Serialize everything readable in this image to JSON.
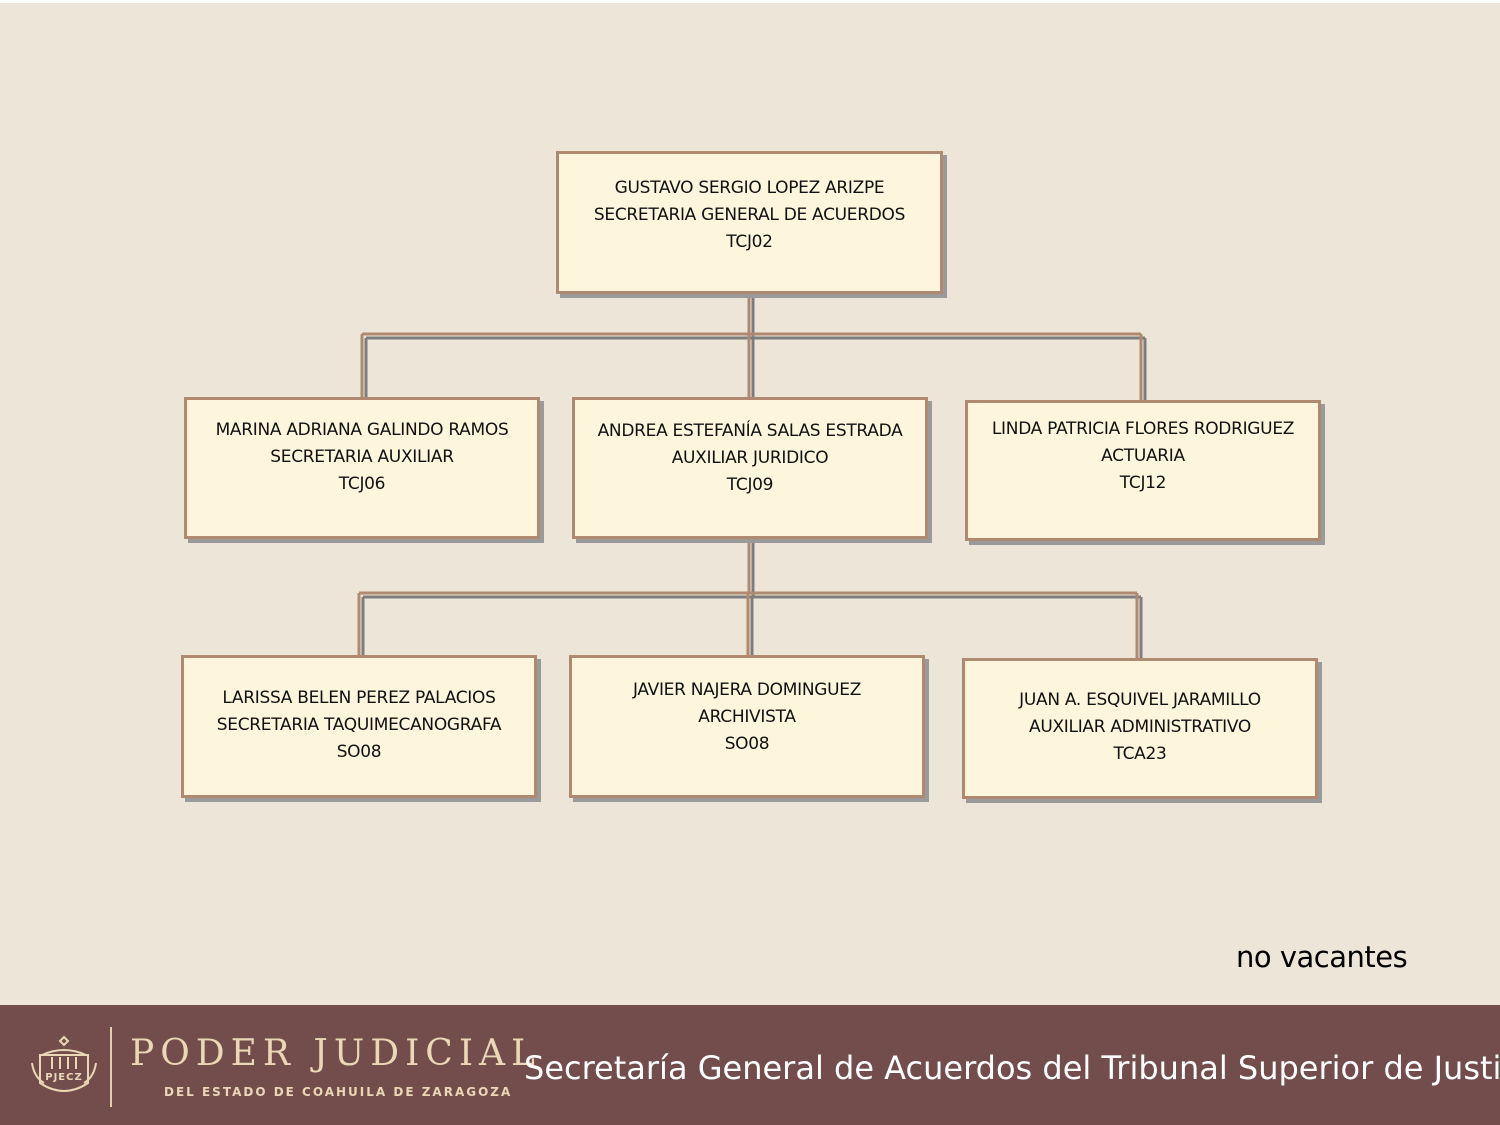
{
  "org_chart": {
    "root": {
      "name": "GUSTAVO SERGIO LOPEZ ARIZPE",
      "role": "SECRETARIA GENERAL DE ACUERDOS",
      "code": "TCJ02"
    },
    "level2": [
      {
        "name": "MARINA ADRIANA GALINDO RAMOS",
        "role": "SECRETARIA AUXILIAR",
        "code": "TCJ06"
      },
      {
        "name": "ANDREA ESTEFANÍA SALAS ESTRADA",
        "role": "AUXILIAR JURIDICO",
        "code": "TCJ09"
      },
      {
        "name": "LINDA PATRICIA FLORES RODRIGUEZ",
        "role": "ACTUARIA",
        "code": "TCJ12"
      }
    ],
    "level3": [
      {
        "name": "LARISSA BELEN PEREZ PALACIOS",
        "role": "SECRETARIA TAQUIMECANOGRAFA",
        "code": "SO08"
      },
      {
        "name": "JAVIER  NAJERA DOMINGUEZ",
        "role": "ARCHIVISTA",
        "code": "SO08"
      },
      {
        "name": "JUAN A. ESQUIVEL JARAMILLO",
        "role": "AUXILIAR ADMINISTRATIVO",
        "code": "TCA23"
      }
    ]
  },
  "note": "no vacantes",
  "footer": {
    "brand_title": "PODER JUDICIAL",
    "brand_subtitle": "DEL ESTADO DE COAHUILA DE ZARAGOZA",
    "seal_text": "PJECZ",
    "caption": "Secretaría General de Acuerdos del Tribunal Superior de Justicia"
  },
  "colors": {
    "background": "#ede6d8",
    "box_fill": "#fdf5dc",
    "box_border": "#b08a70",
    "connector": "#b08a70",
    "footer": "#724d4c",
    "brand": "#ead7b5"
  }
}
